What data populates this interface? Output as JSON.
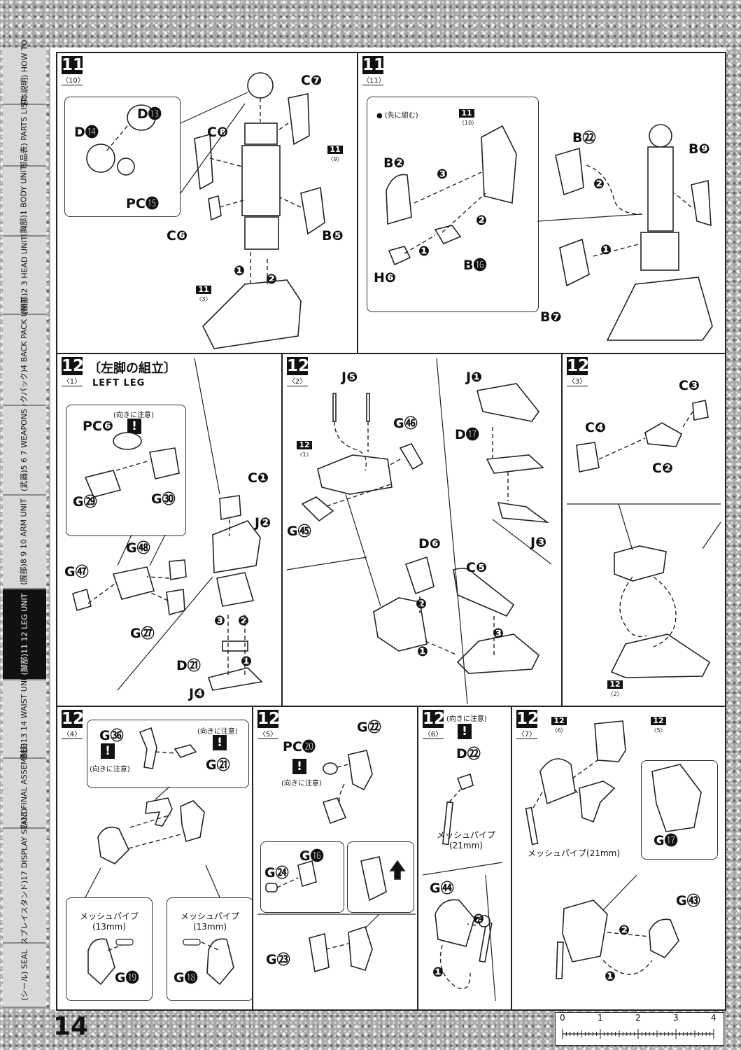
{
  "page": {
    "number": "14"
  },
  "tabs": [
    {
      "label": "(基本説明) HOW TO",
      "active": false
    },
    {
      "label": "(部品表) PARTS LIST",
      "active": false
    },
    {
      "label": "(胸部)1 BODY UNIT",
      "active": false
    },
    {
      "label": "(頭部)2 3 HEAD UNIT",
      "active": false
    },
    {
      "label": "(バックパック)4 BACK PACK UNIT",
      "active": false
    },
    {
      "label": "(武器)5 6 7 WEAPONS",
      "active": false
    },
    {
      "label": "(腕部)8 9 10 ARM UNIT",
      "active": false
    },
    {
      "label": "(脚部)11 12 LEG UNIT",
      "active": true
    },
    {
      "label": "(腰部)13 14 WAIST UNIT",
      "active": false
    },
    {
      "label": "(完成)15 FINAL ASSEMBLE",
      "active": false
    },
    {
      "label": "(ディスプレイスタンド)17 DISPLAY STAND",
      "active": false
    },
    {
      "label": "(シール) SEAL",
      "active": false
    }
  ],
  "panels": {
    "p11a": {
      "num": "11",
      "sub": "〈10〉",
      "parts": [
        "C❼",
        "C❽",
        "B❺",
        "C❻",
        "D⓭",
        "D⓮",
        "PC⓯"
      ],
      "steps": [
        "❶",
        "❷"
      ],
      "refs": [
        {
          "num": "11",
          "sub": "〈9〉"
        },
        {
          "num": "11",
          "sub": "〈3〉"
        }
      ]
    },
    "p11b": {
      "num": "11",
      "sub": "〈11〉",
      "note": "(先に組む)",
      "parts": [
        "B❷",
        "B⓰",
        "H❻",
        "B㉒",
        "B❾",
        "B❼"
      ],
      "steps": [
        "❸",
        "❷",
        "❶",
        "❷",
        "❶"
      ],
      "refs": [
        {
          "num": "11",
          "sub": "〈10〉"
        }
      ]
    },
    "p12_1": {
      "num": "12",
      "sub": "〈1〉",
      "title": "〔左脚の組立〕",
      "subtitle": "LEFT LEG",
      "note": "(向きに注意)",
      "warn": "!",
      "parts": [
        "PC❻",
        "G㉚",
        "G㉙",
        "G㊽",
        "G㊼",
        "G㉗",
        "C❶",
        "J❷",
        "D㉑",
        "J❹"
      ],
      "steps": [
        "❸",
        "❷",
        "❶"
      ]
    },
    "p12_2": {
      "num": "12",
      "sub": "〈2〉",
      "parts": [
        "J❺",
        "G㊻",
        "G㊺",
        "J❶",
        "D⓱",
        "J❸",
        "D❻",
        "C❺"
      ],
      "steps": [
        "❷",
        "❸",
        "❶"
      ],
      "refs": [
        {
          "num": "12",
          "sub": "〈1〉"
        }
      ]
    },
    "p12_3": {
      "num": "12",
      "sub": "〈3〉",
      "parts": [
        "C❸",
        "C❹",
        "C❷"
      ],
      "refs": [
        {
          "num": "12",
          "sub": "〈2〉"
        }
      ]
    },
    "p12_4": {
      "num": "12",
      "sub": "〈4〉",
      "warn": "!",
      "note": "(向きに注意)",
      "parts": [
        "G㊱",
        "G㉑",
        "G⓳",
        "G⓲"
      ],
      "mesh_name": "メッシュパイプ",
      "mesh_len": "(13mm)"
    },
    "p12_5": {
      "num": "12",
      "sub": "〈5〉",
      "warn": "!",
      "note": "(向きに注意)",
      "parts": [
        "G㉒",
        "PC⓴",
        "G⓰",
        "G㉔",
        "G㉓"
      ]
    },
    "p12_6": {
      "num": "12",
      "sub": "〈6〉",
      "note": "(向きに注意)",
      "warn": "!",
      "parts": [
        "D㉒",
        "G㊹"
      ],
      "mesh_name": "メッシュパイプ",
      "mesh_len": "(21mm)",
      "steps": [
        "❷",
        "❶"
      ]
    },
    "p12_7": {
      "num": "12",
      "sub": "〈7〉",
      "parts": [
        "G⓱",
        "G㊸"
      ],
      "mesh_name": "メッシュパイプ",
      "mesh_len": "(21mm)",
      "steps": [
        "❷",
        "❶"
      ],
      "refs": [
        {
          "num": "12",
          "sub": "〈6〉"
        },
        {
          "num": "12",
          "sub": "〈5〉"
        }
      ]
    }
  },
  "ruler": {
    "labels": [
      "0",
      "1",
      "2",
      "3",
      "4"
    ]
  }
}
